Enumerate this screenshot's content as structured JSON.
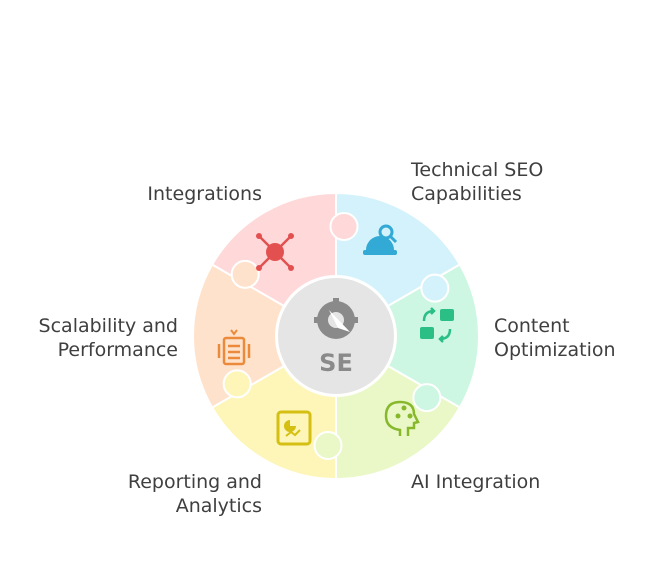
{
  "center": {
    "text": "SE"
  },
  "segments": [
    {
      "id": "technical-seo",
      "lines": [
        "Technical SEO",
        "Capabilities"
      ],
      "fill": "#d4f2fb",
      "accent": "#33a9d6",
      "icon": "helmet-search-icon"
    },
    {
      "id": "content-optimization",
      "lines": [
        "Content",
        "Optimization"
      ],
      "fill": "#cdf7e3",
      "accent": "#2bbf86",
      "icon": "content-swap-icon"
    },
    {
      "id": "ai-integration",
      "lines": [
        "AI Integration"
      ],
      "fill": "#e9f8c6",
      "accent": "#87b82c",
      "icon": "ai-head-icon"
    },
    {
      "id": "reporting-analytics",
      "lines": [
        "Reporting and",
        "Analytics"
      ],
      "fill": "#fdf6b8",
      "accent": "#d5bf12",
      "icon": "report-chart-icon"
    },
    {
      "id": "scalability-performance",
      "lines": [
        "Scalability and",
        "Performance"
      ],
      "fill": "#ffe2cc",
      "accent": "#ea8a3a",
      "icon": "server-stack-icon"
    },
    {
      "id": "integrations",
      "lines": [
        "Integrations"
      ],
      "fill": "#ffd9d9",
      "accent": "#e35050",
      "icon": "network-hub-icon"
    }
  ],
  "colors": {
    "hub": "#e5e5e5",
    "hub_text": "#8a8a8a",
    "text": "#3f3f3f"
  }
}
